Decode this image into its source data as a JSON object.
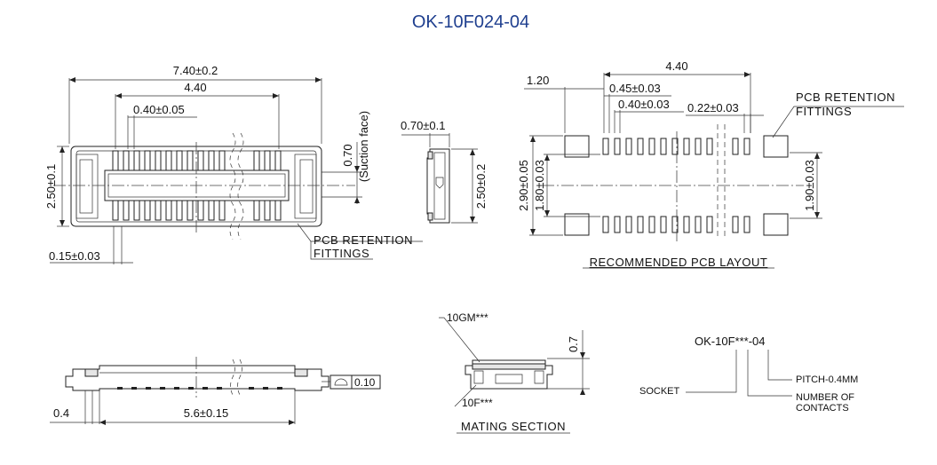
{
  "title": "OK-10F024-04",
  "colors": {
    "title": "#1f3f8f",
    "line": "#222222"
  },
  "top_view": {
    "overall_width": "7.40±0.2",
    "fitting_span": "4.40",
    "pitch": "0.40±0.05",
    "height": "2.50±0.1",
    "suction": "0.70",
    "suction_note": "(Suction face)",
    "offset": "0.15±0.03",
    "retention_note_line1": "PCB RETENTION",
    "retention_note_line2": "FITTINGS"
  },
  "side_view": {
    "thickness": "0.70±0.1",
    "height": "2.50±0.2"
  },
  "pcb_layout": {
    "pad_pitch_span": "4.40",
    "outer_offset": "1.20",
    "pad_width": "0.45±0.03",
    "pad_pitch": "0.40±0.03",
    "fitting_width": "0.22±0.03",
    "outer_height": "2.90±0.05",
    "inner_height": "1.80±0.03",
    "fitting_height": "1.90±0.03",
    "retention_note_line1": "PCB RETENTION",
    "retention_note_line2": "FITTINGS",
    "caption": "RECOMMENDED PCB LAYOUT"
  },
  "front_view": {
    "edge": "0.4",
    "length": "5.6±0.15",
    "flatness": "0.10"
  },
  "mating": {
    "upper_part": "10GM***",
    "lower_part": "10F***",
    "height": "0.7",
    "caption": "MATING SECTION"
  },
  "part_code": {
    "code": "OK-10F***-04",
    "socket": "SOCKET",
    "pitch": "PITCH-0.4MM",
    "contacts_line1": "NUMBER OF",
    "contacts_line2": "CONTACTS"
  }
}
